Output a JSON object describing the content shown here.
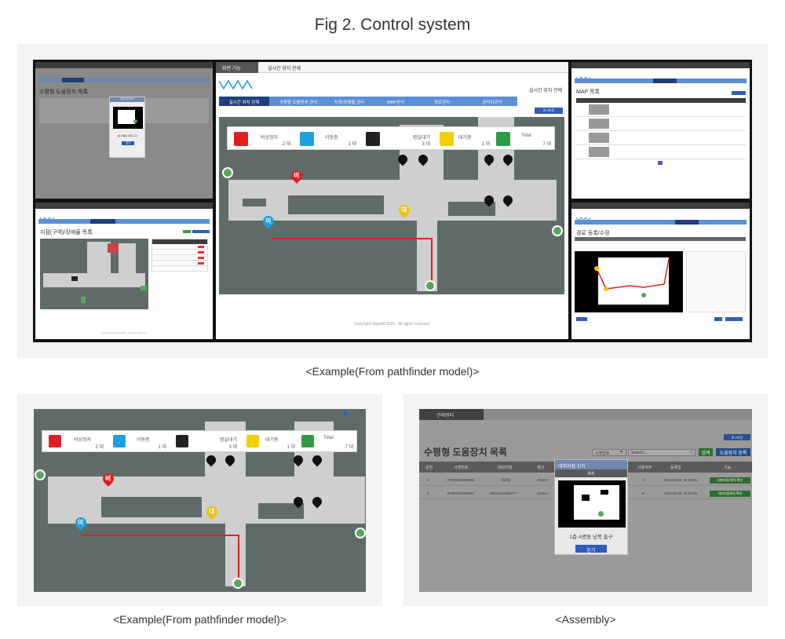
{
  "figure": {
    "title": "Fig 2. Control system",
    "captions": {
      "top": "<Example(From pathfinder model)>",
      "bottom_left": "<Example(From pathfinder model)>",
      "bottom_right": "<Assembly>"
    }
  },
  "colors": {
    "emergency": "#e02020",
    "moving": "#1ea0e0",
    "ward_wait": "#222222",
    "standby": "#f0d000",
    "total": "#2e9b46",
    "nav_blue": "#5b8fd4",
    "nav_active": "#1f3f7a",
    "map_bg": "#5f6b69",
    "corridor": "#cfcfcf"
  },
  "main_screen": {
    "tab_label": "화면 기능",
    "screen_title": "실시간 위치 관제",
    "page_heading": "실시간 위치 관제",
    "nav": [
      "실시간 위치 관제",
      "수평형 도움장치 관리",
      "지정/장애물 관리",
      "MAP관리",
      "경로관리",
      "관리자관리"
    ],
    "logout_label": "로그아웃",
    "legend": [
      {
        "label": "비상정지",
        "count": "2 대",
        "icon": "bed-icon",
        "color": "#e02020"
      },
      {
        "label": "이동중",
        "count": "1 대",
        "icon": "bed-icon",
        "color": "#1ea0e0"
      },
      {
        "label": "병실대기",
        "count": "3 대",
        "icon": "bed-icon",
        "color": "#222222"
      },
      {
        "label": "대기중",
        "count": "1 대",
        "icon": "bed-icon",
        "color": "#f0d000"
      },
      {
        "label": "Total",
        "count": "7 대",
        "icon": "bed-icon",
        "color": "#2e9b46"
      }
    ],
    "markers": {
      "emergency": "비",
      "moving": "이",
      "standby": "대"
    },
    "copyright": "Copyright WaveM 2020.. All rights reserved."
  },
  "mini_screens": {
    "list": {
      "heading": "수평형 도움장치 목록",
      "popup_title": "대피지점 위치",
      "popup_caption": "1층 A병동 남쪽 출구",
      "popup_button": "닫기"
    },
    "obstacle": {
      "heading": "지점(구역)/장애물 목록"
    },
    "map": {
      "heading": "MAP 목록"
    },
    "route": {
      "heading": "경로 등록/수정"
    }
  },
  "assembly": {
    "tab_label": "관제센터",
    "logout_label": "로그아웃",
    "heading": "수평형 도움장치 목록",
    "select_value": "시쟁번호",
    "search_placeholder": "Search...",
    "search_button": "검색",
    "add_button": "도움장치 등록",
    "columns": [
      "순번",
      "시쟁번호",
      "대피지점",
      "생산",
      "사용여부",
      "등록일",
      "기능"
    ],
    "rows": [
      {
        "no": "2",
        "serial": "RCB0201900002",
        "place": "의료동",
        "prod": "2019.0",
        "use": "Y",
        "date": "2011.03.05. 11:10:05",
        "action": "대피지점 위치 확인"
      },
      {
        "no": "1",
        "serial": "RCB0201900001",
        "place": "SN51234456677",
        "prod": "2019.0",
        "use": "N",
        "date": "2011.03.05. 11:10:05",
        "action": "대피지점위치 확인"
      }
    ],
    "popup": {
      "title": "대피지점 위치",
      "subtitle": "위치",
      "caption": "1층 A병동 남쪽 출구",
      "close": "닫기"
    }
  }
}
